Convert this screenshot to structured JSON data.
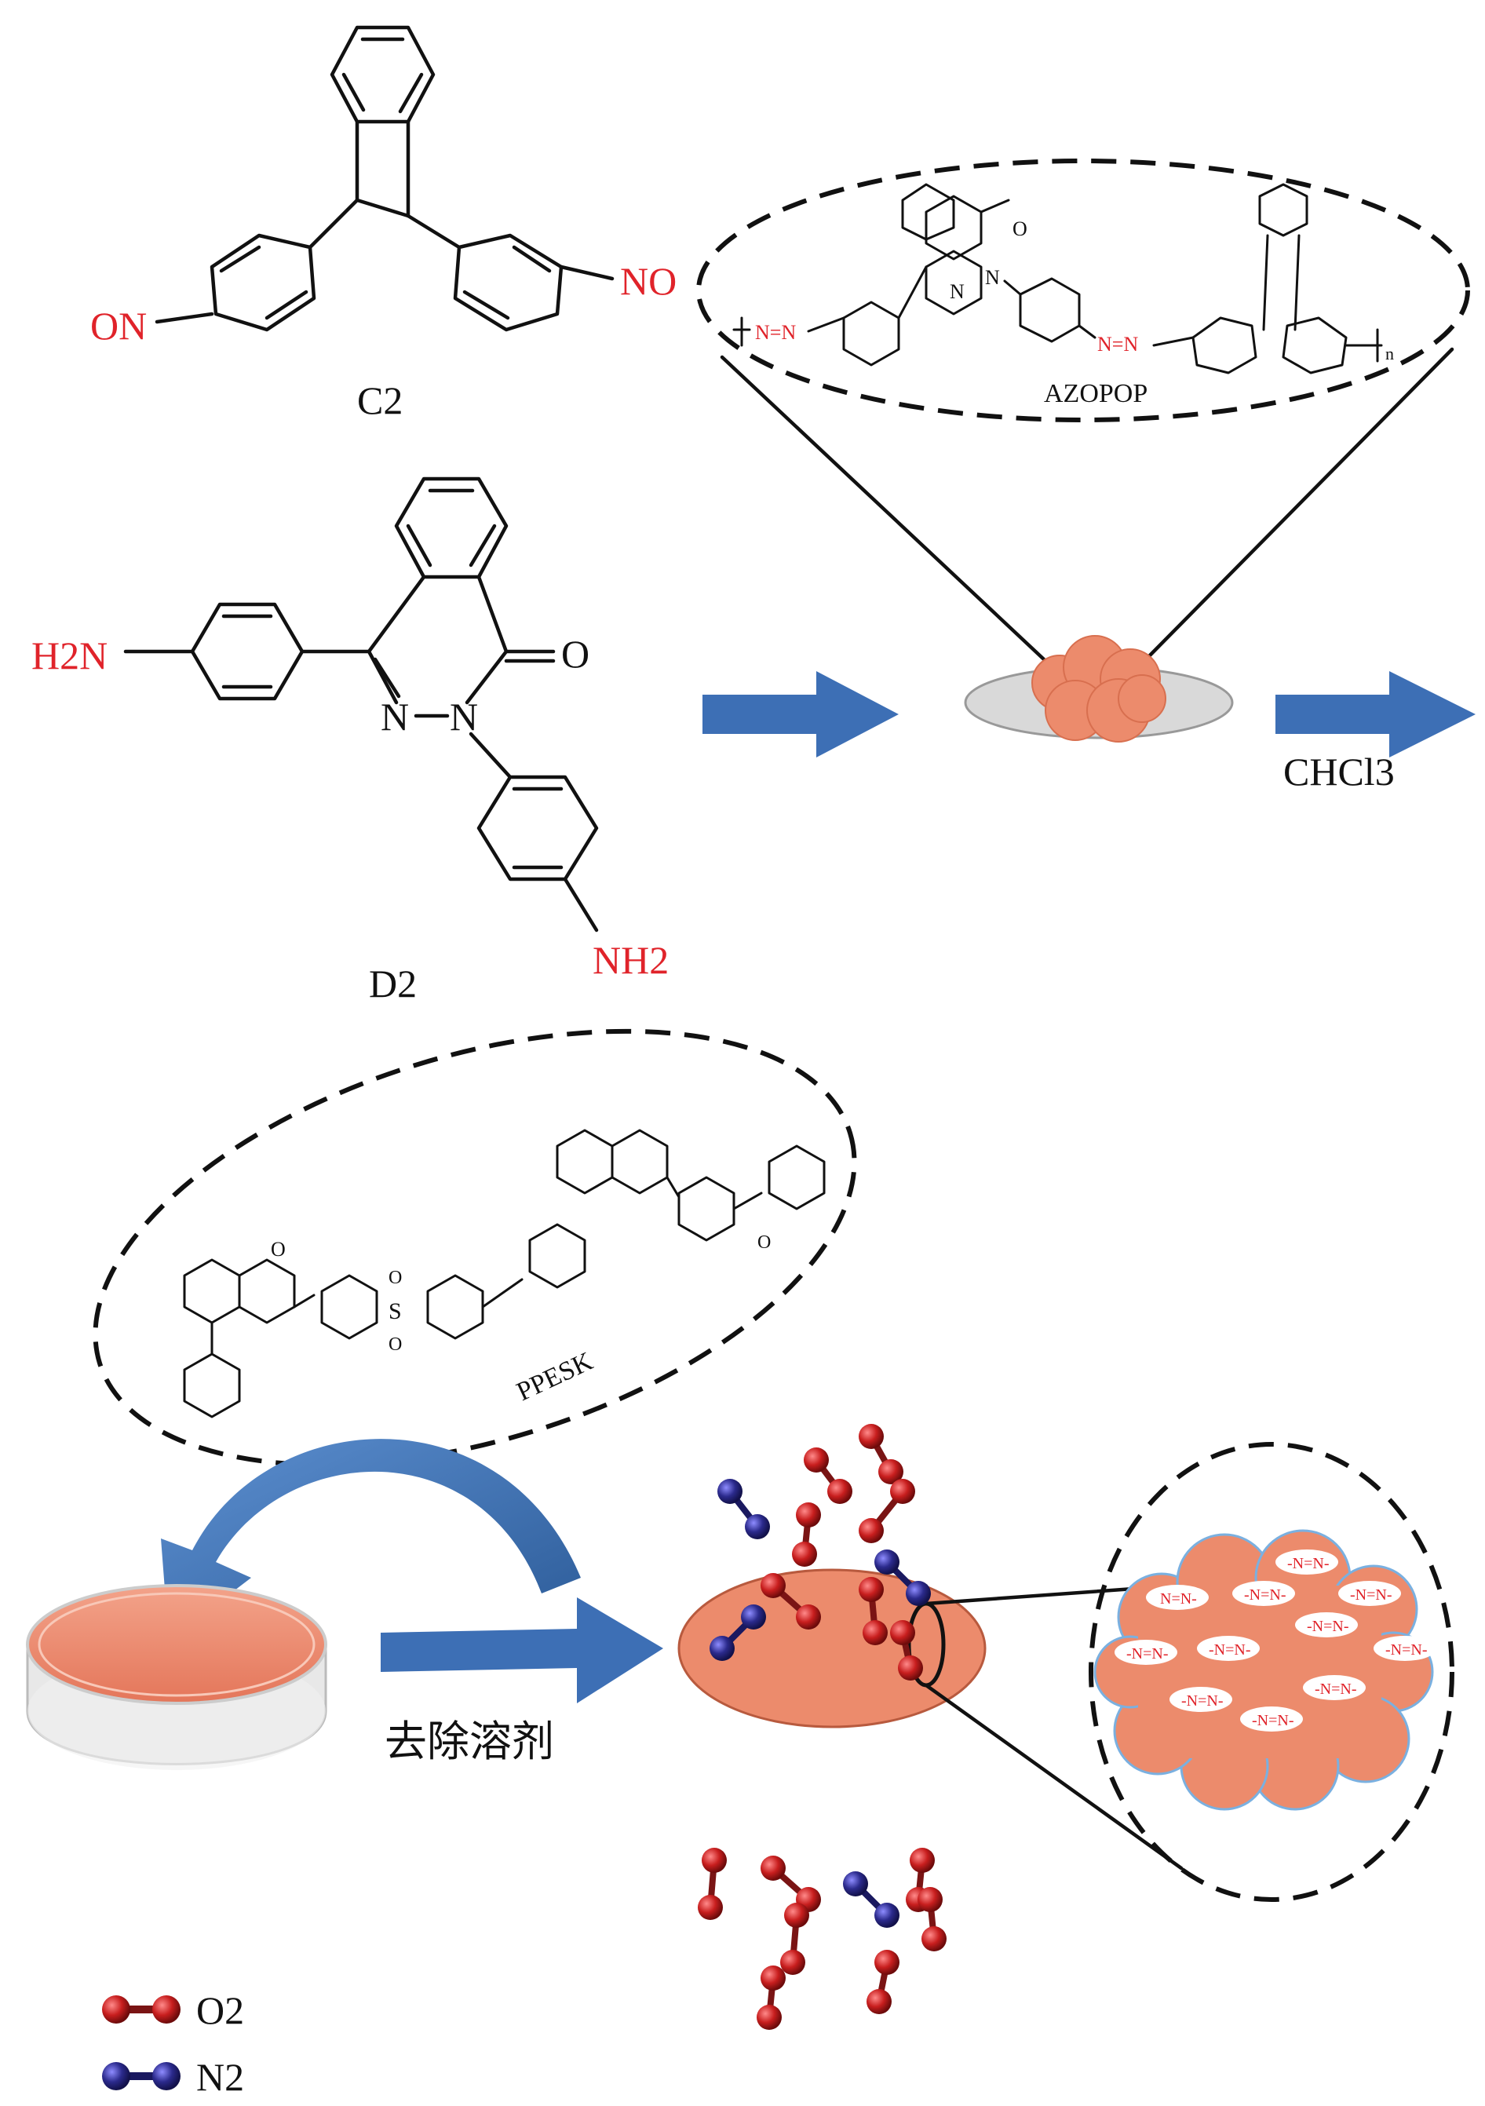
{
  "monomers": {
    "c2": {
      "name": "C2",
      "left_group": "ON",
      "right_group": "NO"
    },
    "d2": {
      "name": "D2",
      "top_left_amine": "H2N",
      "bottom_amine": "NH2",
      "carbonyl_o": "O",
      "n1": "N",
      "n2": "N"
    }
  },
  "azopop": {
    "name": "AZOPOP",
    "azo_group": "N=N",
    "repeat_n": "n"
  },
  "solvent": {
    "label": "CHCl3"
  },
  "ppesk": {
    "name": "PPESK"
  },
  "process": {
    "step_label": "去除溶剂"
  },
  "membrane_zoom": {
    "bubbles": [
      "-N=N-",
      "N=N-",
      "-N=N-",
      "-N=N-",
      "-N=N-",
      "-N=N-",
      "-N=N-",
      "-N=N-",
      "-N=N-",
      "-N=N-",
      "-N=N-"
    ]
  },
  "legend": [
    {
      "label": "O2",
      "color": "#c81e1e"
    },
    {
      "label": "N2",
      "color": "#2b2a8c"
    }
  ],
  "colors": {
    "arrow_blue": "#3d6fb5",
    "amine_red": "#e0232a",
    "membrane_orange": "#ec8b6c",
    "dish_grey": "#d9d9d9"
  }
}
